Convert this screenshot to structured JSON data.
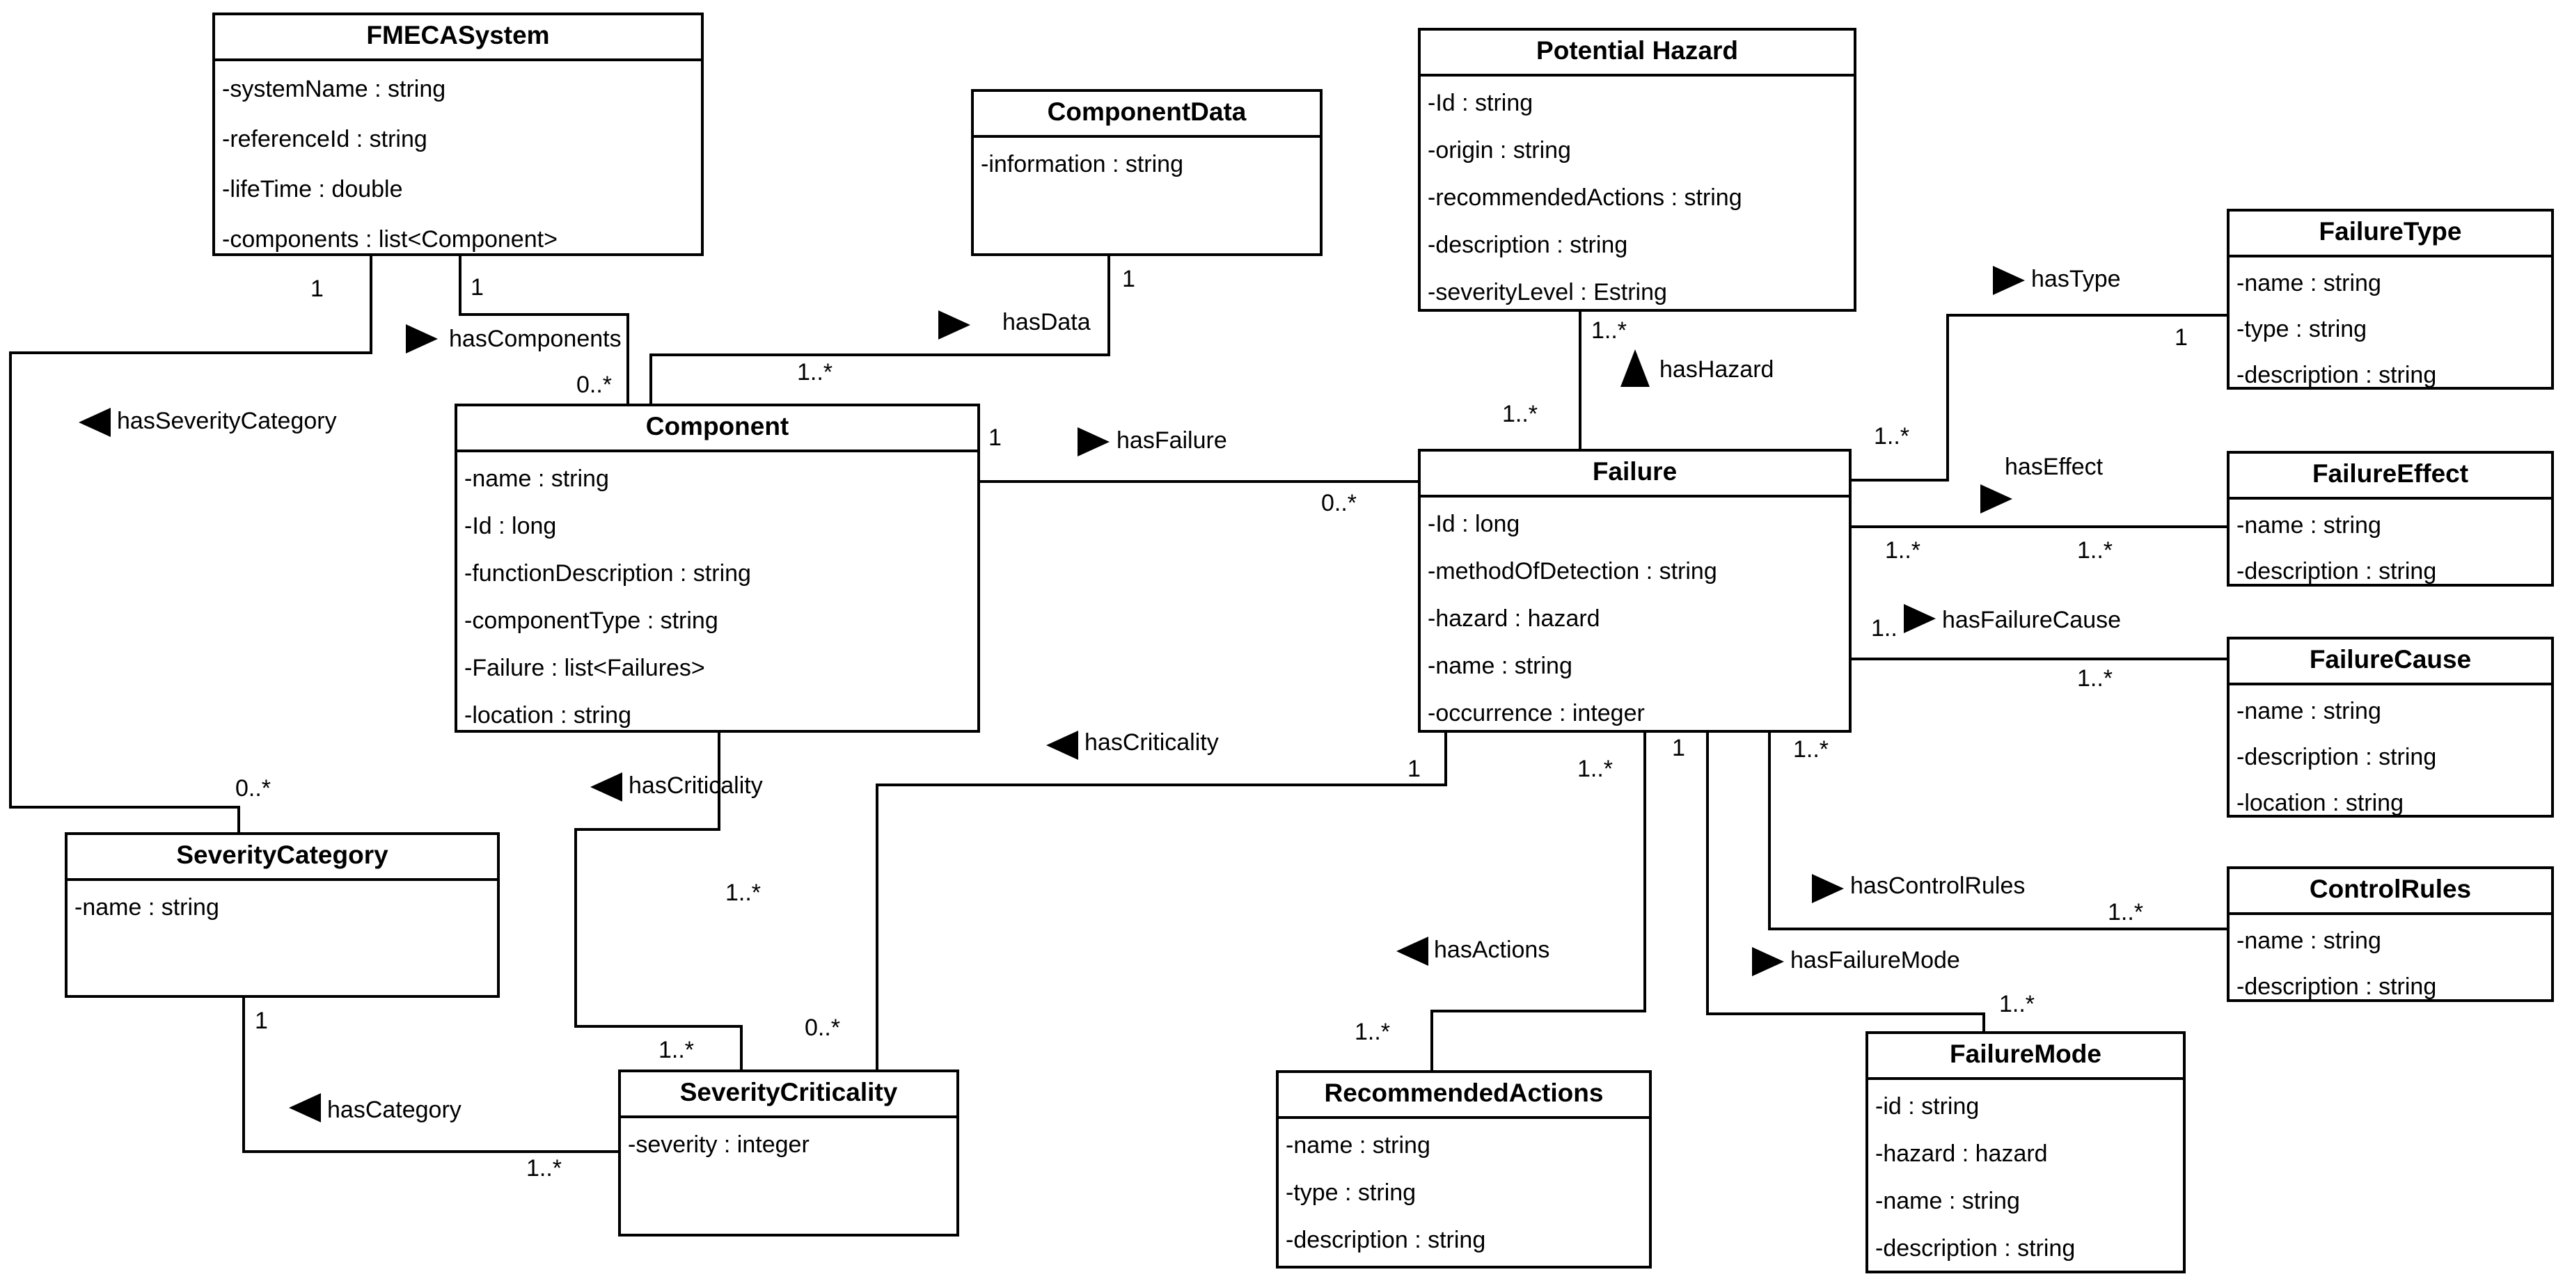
{
  "classes": [
    {
      "name": "FMECASystem",
      "attributes": [
        "-systemName : string",
        "-referenceId : string",
        "-lifeTime : double",
        "-components : list<Component>"
      ]
    },
    {
      "name": "ComponentData",
      "attributes": [
        "-information : string"
      ]
    },
    {
      "name": "Potential Hazard",
      "attributes": [
        "-Id : string",
        "-origin : string",
        "-recommendedActions : string",
        "-description : string",
        "-severityLevel : Estring"
      ]
    },
    {
      "name": "FailureType",
      "attributes": [
        "-name : string",
        "-type : string",
        "-description : string"
      ]
    },
    {
      "name": "Component",
      "attributes": [
        "-name : string",
        "-Id : long",
        "-functionDescription : string",
        "-componentType : string",
        "-Failure : list<Failures>",
        "-location : string"
      ]
    },
    {
      "name": "Failure",
      "attributes": [
        "-Id : long",
        "-methodOfDetection : string",
        "-hazard : hazard",
        "-name : string",
        "-occurrence : integer"
      ]
    },
    {
      "name": "FailureEffect",
      "attributes": [
        "-name : string",
        "-description : string"
      ]
    },
    {
      "name": "FailureCause",
      "attributes": [
        "-name : string",
        "-description : string",
        "-location : string"
      ]
    },
    {
      "name": "ControlRules",
      "attributes": [
        "-name : string",
        "-description : string"
      ]
    },
    {
      "name": "SeverityCategory",
      "attributes": [
        "-name : string"
      ]
    },
    {
      "name": "SeverityCriticality",
      "attributes": [
        "-severity : integer"
      ]
    },
    {
      "name": "RecommendedActions",
      "attributes": [
        "-name : string",
        "-type : string",
        "-description : string"
      ]
    },
    {
      "name": "FailureMode",
      "attributes": [
        "-id : string",
        "-hazard : hazard",
        "-name : string",
        "-description : string"
      ]
    }
  ],
  "associations": [
    {
      "name": "hasComponents",
      "source": "FMECASystem",
      "target": "Component",
      "source_mult": "1",
      "target_mult": "0..*",
      "direction": "right"
    },
    {
      "name": "hasData",
      "source": "ComponentData",
      "target": "Component",
      "source_mult": "1",
      "target_mult": "1..*",
      "direction": "right"
    },
    {
      "name": "hasSeverityCategory",
      "source": "FMECASystem",
      "target": "SeverityCategory",
      "source_mult": "1",
      "target_mult": "0..*",
      "direction": "left"
    },
    {
      "name": "hasFailure",
      "source": "Component",
      "target": "Failure",
      "source_mult": "1",
      "target_mult": "0..*",
      "direction": "right"
    },
    {
      "name": "hasHazard",
      "source": "Failure",
      "target": "Potential Hazard",
      "source_mult": "1..*",
      "target_mult": "1..*",
      "direction": "up"
    },
    {
      "name": "hasType",
      "source": "Failure",
      "target": "FailureType",
      "source_mult": "1..*",
      "target_mult": "1",
      "direction": "right"
    },
    {
      "name": "hasEffect",
      "source": "Failure",
      "target": "FailureEffect",
      "source_mult": "1..*",
      "target_mult": "1..*",
      "direction": "right"
    },
    {
      "name": "hasFailureCause",
      "source": "Failure",
      "target": "FailureCause",
      "source_mult": "1..",
      "target_mult": "1..*",
      "direction": "right"
    },
    {
      "name": "hasControlRules",
      "source": "Failure",
      "target": "ControlRules",
      "source_mult": "1..*",
      "target_mult": "1..*",
      "direction": "right"
    },
    {
      "name": "hasCriticality",
      "source": "Failure",
      "target": "SeverityCriticality",
      "source_mult": "1",
      "target_mult": "0..*",
      "direction": "left"
    },
    {
      "name": "hasCriticality",
      "source": "Component",
      "target": "SeverityCriticality",
      "source_mult": "1..*",
      "target_mult": "1..*",
      "direction": "left"
    },
    {
      "name": "hasActions",
      "source": "Failure",
      "target": "RecommendedActions",
      "source_mult": "1..*",
      "target_mult": "1..*",
      "direction": "left"
    },
    {
      "name": "hasFailureMode",
      "source": "Failure",
      "target": "FailureMode",
      "source_mult": "1",
      "target_mult": "1..*",
      "direction": "right"
    },
    {
      "name": "hasCategory",
      "source": "SeverityCategory",
      "target": "SeverityCriticality",
      "source_mult": "1",
      "target_mult": "1..*",
      "direction": "left"
    }
  ],
  "colors": {
    "line": "#000000",
    "background": "#ffffff",
    "text": "#000000"
  }
}
